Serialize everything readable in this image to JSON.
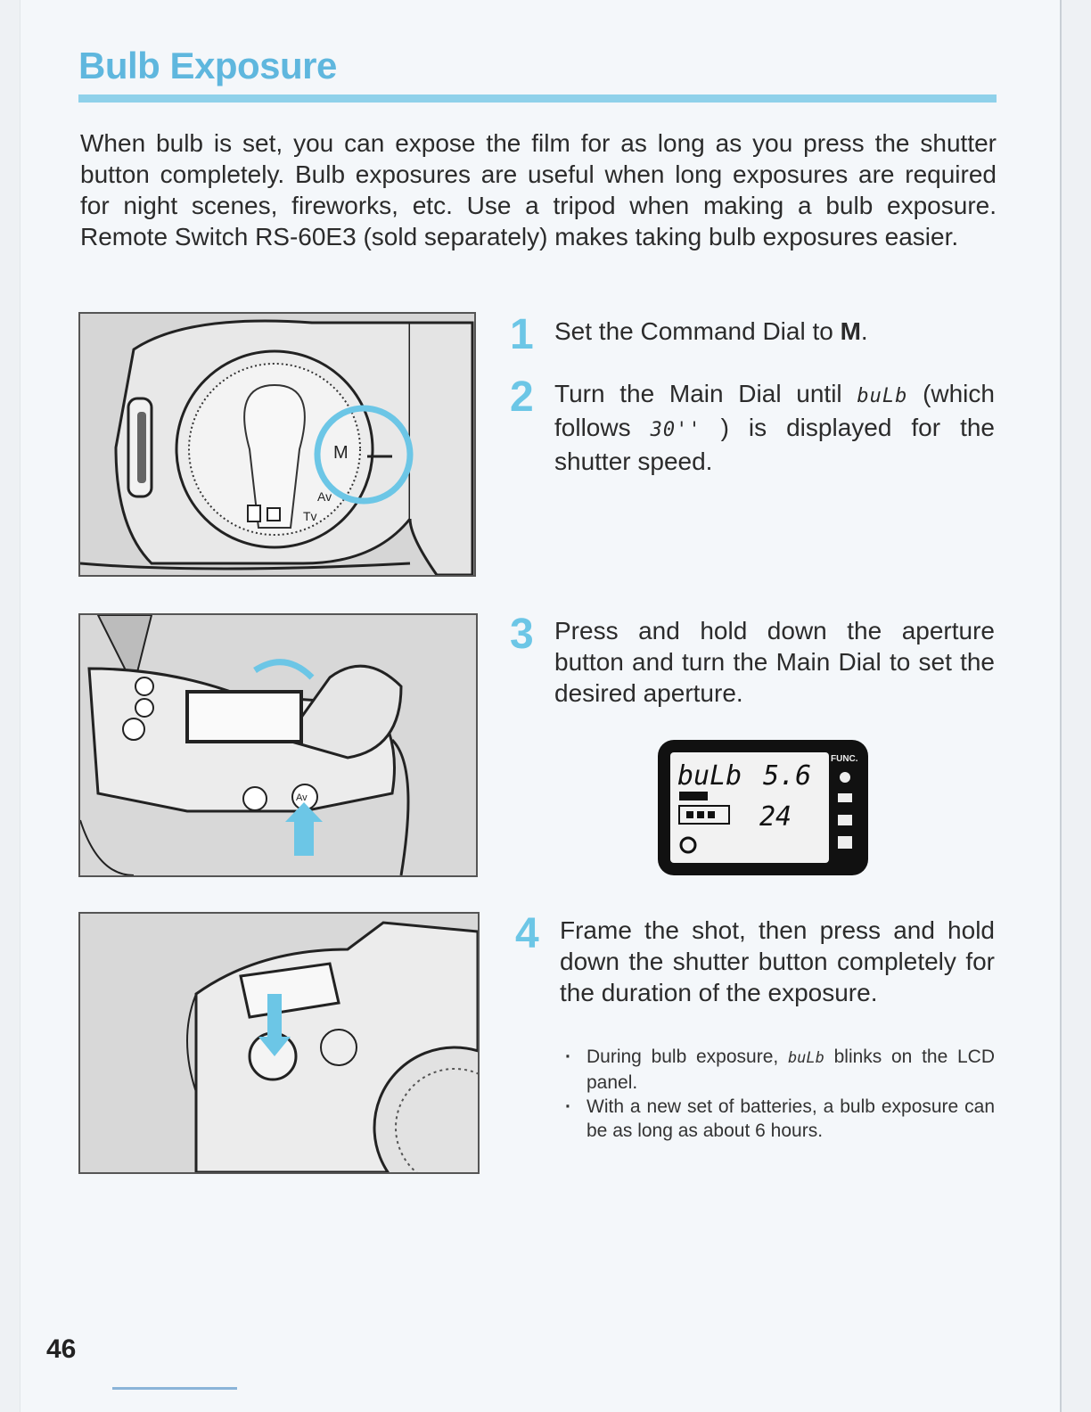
{
  "header": {
    "title": "Bulb Exposure"
  },
  "intro": "When bulb is set, you can expose the film for as long as you press the shutter button completely. Bulb exposures are useful when long exposures are required for night scenes, fireworks, etc. Use a tripod when making a bulb exposure. Remote Switch RS-60E3 (sold separately) makes taking bulb exposures easier.",
  "steps": [
    {
      "num": "1",
      "text_a": "Set the Command Dial to ",
      "text_bold": "M",
      "text_b": "."
    },
    {
      "num": "2",
      "text_a": "Turn the Main Dial until ",
      "lcd_a": "buLb",
      "text_b": " (which follows ",
      "lcd_b": "30''",
      "text_c": " ) is displayed for the shutter speed."
    },
    {
      "num": "3",
      "text": "Press and hold down the aperture button and turn the Main Dial to set the desired aperture."
    },
    {
      "num": "4",
      "text": "Frame the shot, then press and hold down the shutter button completely for the duration of the exposure."
    }
  ],
  "notes": [
    {
      "text_a": "During bulb exposure, ",
      "lcd": "buLb",
      "text_b": " blinks on the LCD panel."
    },
    {
      "text": "With a new set of batteries, a bulb exposure can be as long as about 6 hours."
    }
  ],
  "lcd_panel": {
    "shutter": "buLb",
    "aperture": "5.6",
    "frame_count": "24",
    "func_label": "FUNC."
  },
  "dial_labels": {
    "mode_m": "M",
    "mode_av": "Av",
    "mode_tv": "Tv"
  },
  "buttons": {
    "av_label": "Av"
  },
  "footer": {
    "page_number": "46"
  },
  "colors": {
    "accent": "#6cc6e6",
    "rule": "#8fd1ea"
  }
}
